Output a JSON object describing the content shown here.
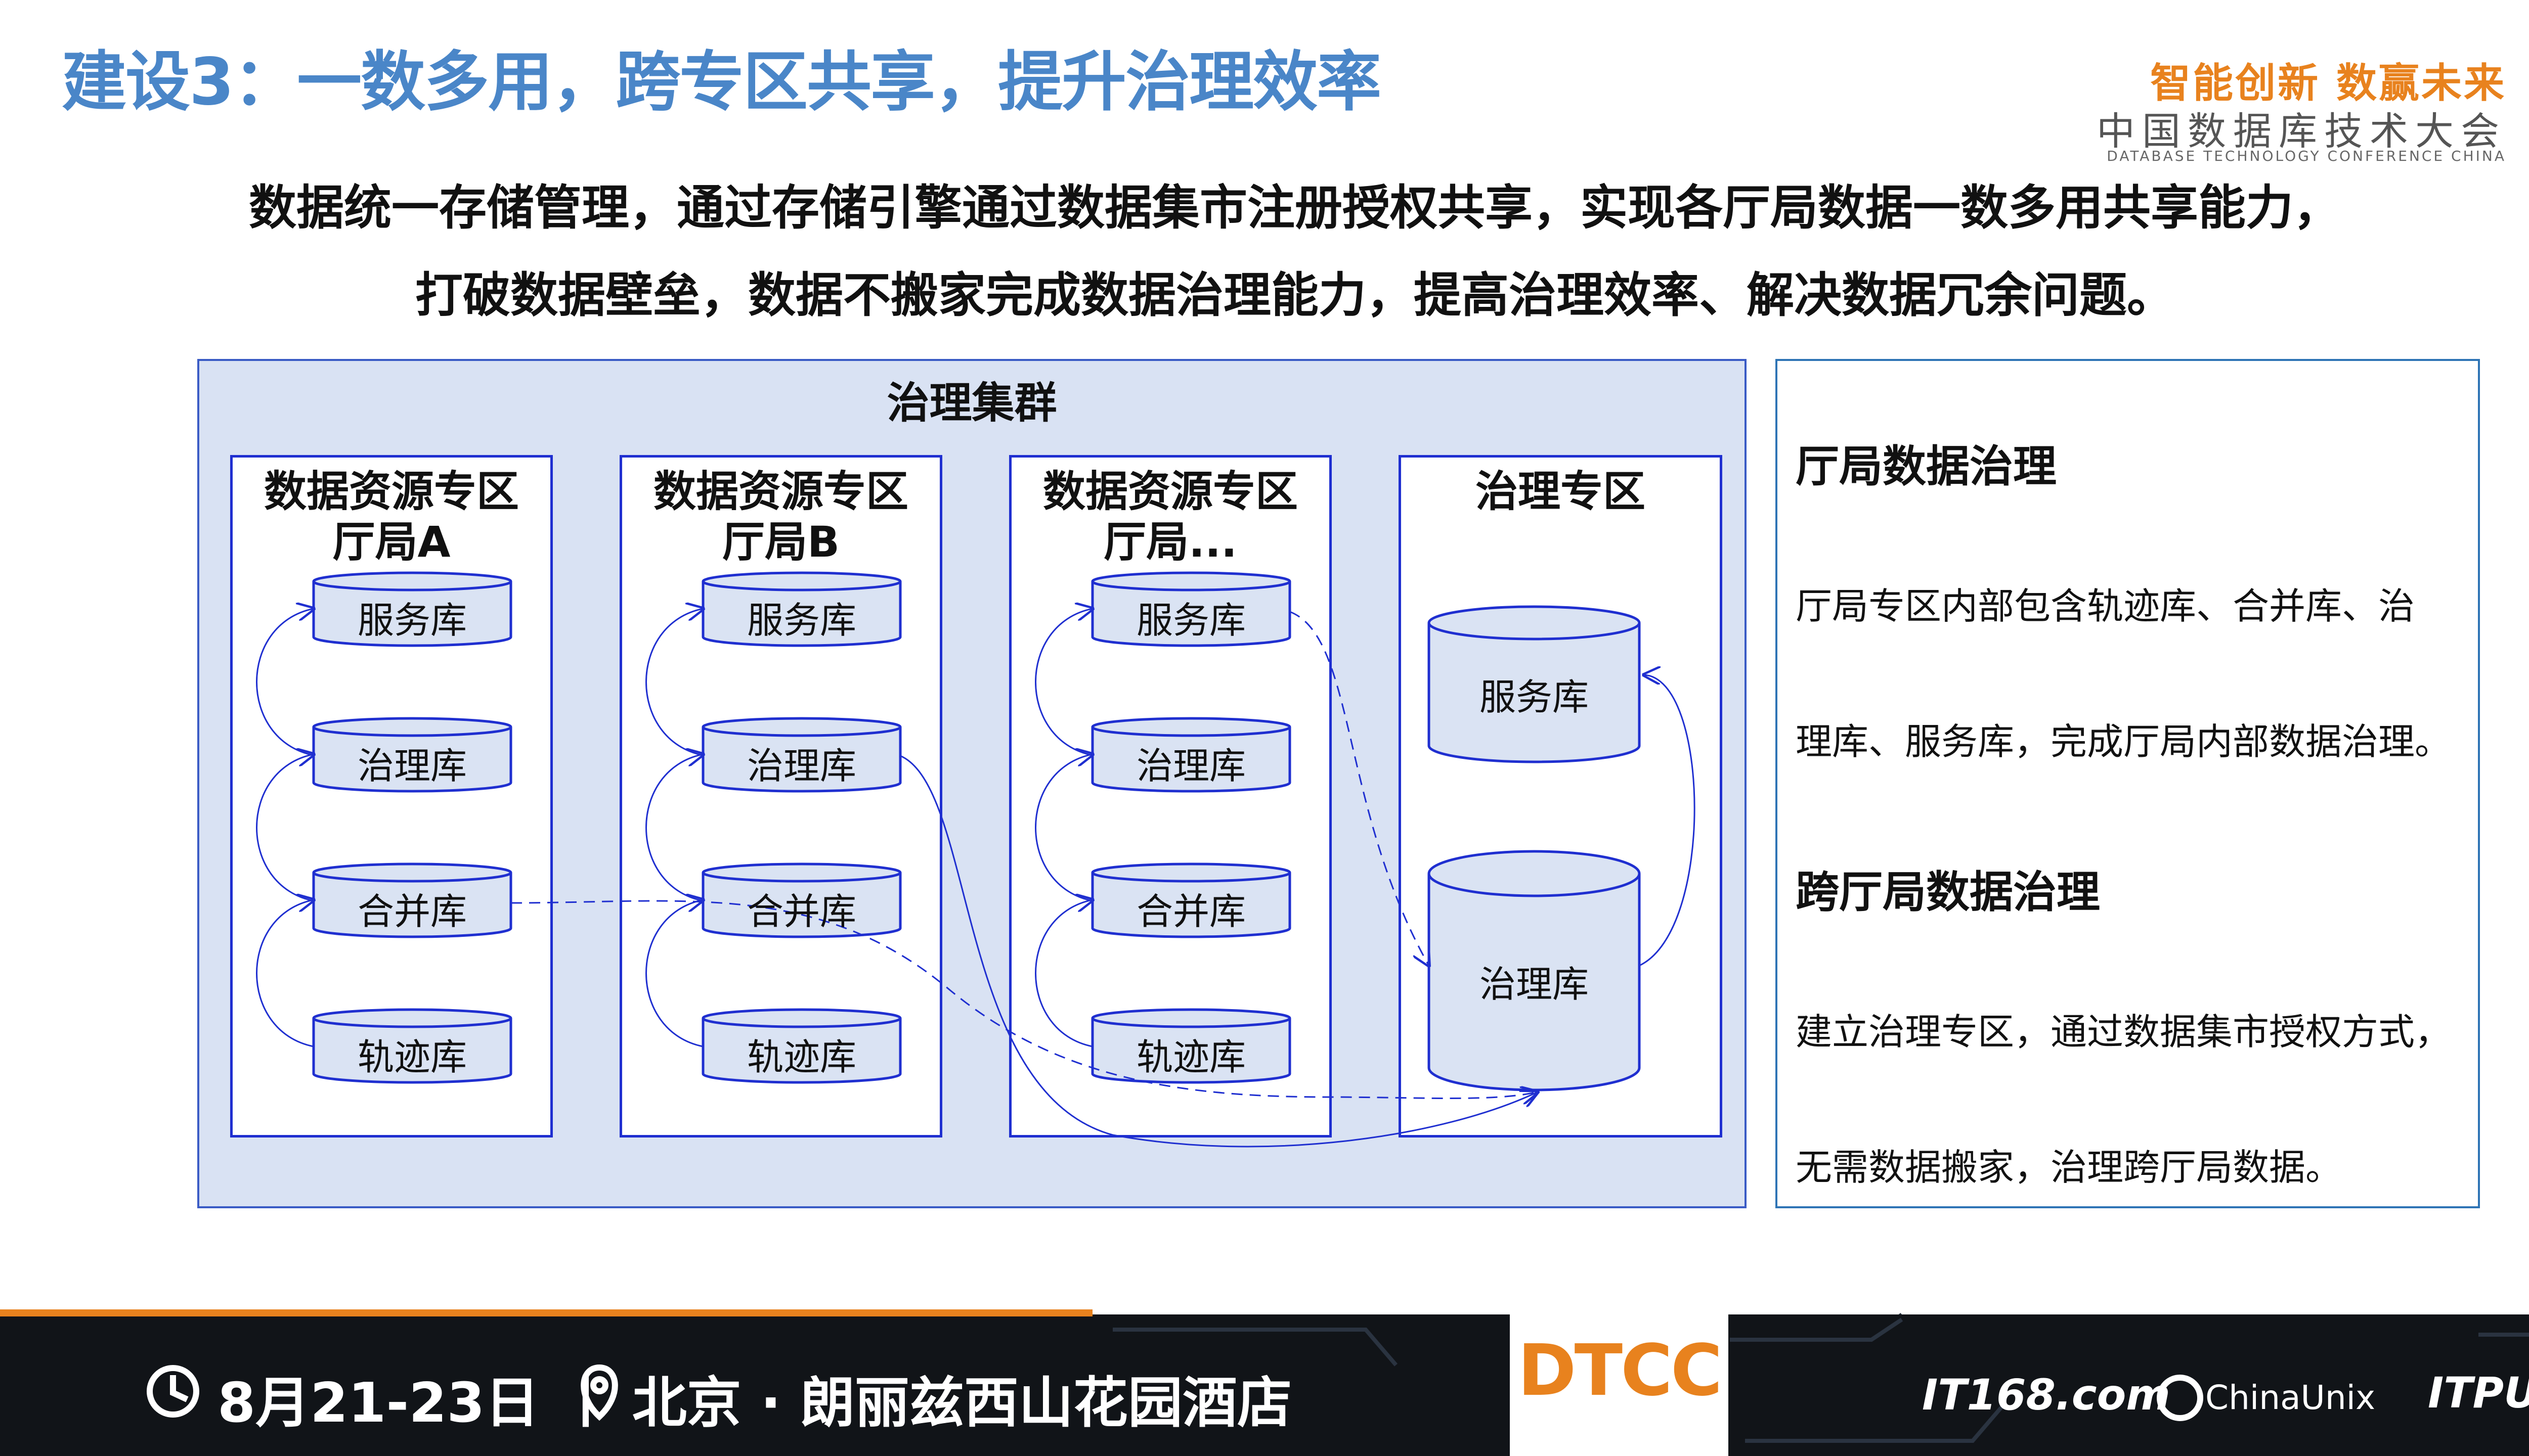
{
  "title": "建设3：一数多用，跨专区共享，提升治理效率",
  "logo": {
    "slogan": "智能创新 数赢未来",
    "org_cn": "中国数据库技术大会",
    "org_en": "DATABASE TECHNOLOGY CONFERENCE CHINA"
  },
  "intro": {
    "line1": "数据统一存储管理，通过存储引擎通过数据集市注册授权共享，实现各厅局数据一数多用共享能力，",
    "line2": "打破数据壁垒，数据不搬家完成数据治理能力，提高治理效率、解决数据冗余问题。"
  },
  "cluster": {
    "title": "治理集群",
    "zones": [
      {
        "title_line1": "数据资源专区",
        "title_line2": "厅局A",
        "dbs": [
          "服务库",
          "治理库",
          "合并库",
          "轨迹库"
        ]
      },
      {
        "title_line1": "数据资源专区",
        "title_line2": "厅局B",
        "dbs": [
          "服务库",
          "治理库",
          "合并库",
          "轨迹库"
        ]
      },
      {
        "title_line1": "数据资源专区",
        "title_line2": "厅局...",
        "dbs": [
          "服务库",
          "治理库",
          "合并库",
          "轨迹库"
        ]
      }
    ],
    "governance_zone": {
      "title": "治理专区",
      "dbs": [
        "服务库",
        "治理库"
      ]
    }
  },
  "side_panel": {
    "section1_title": "厅局数据治理",
    "section1_line1": "厅局专区内部包含轨迹库、合并库、治",
    "section1_line2": "理库、服务库，完成厅局内部数据治理。",
    "section2_title": "跨厅局数据治理",
    "section2_line1": "建立治理专区，通过数据集市授权方式，",
    "section2_line2": "无需数据搬家，治理跨厅局数据。"
  },
  "footer": {
    "event": "8月21-23日 丨 北京 · 朗丽兹西山花园酒店",
    "brand": "DTCC",
    "sponsor1": "IT168.com",
    "sponsor2": "ChinaUnix",
    "sponsor3": "ITPUB"
  },
  "colors": {
    "title": "#4a86c8",
    "accent_orange": "#e8821e",
    "zone_border": "#1f2fd0",
    "cluster_fill": "#d9e2f3",
    "db_fill": "#dae3f3"
  },
  "icons": [
    "clock-icon",
    "location-pin-icon",
    "chinaunix-logo-icon"
  ]
}
